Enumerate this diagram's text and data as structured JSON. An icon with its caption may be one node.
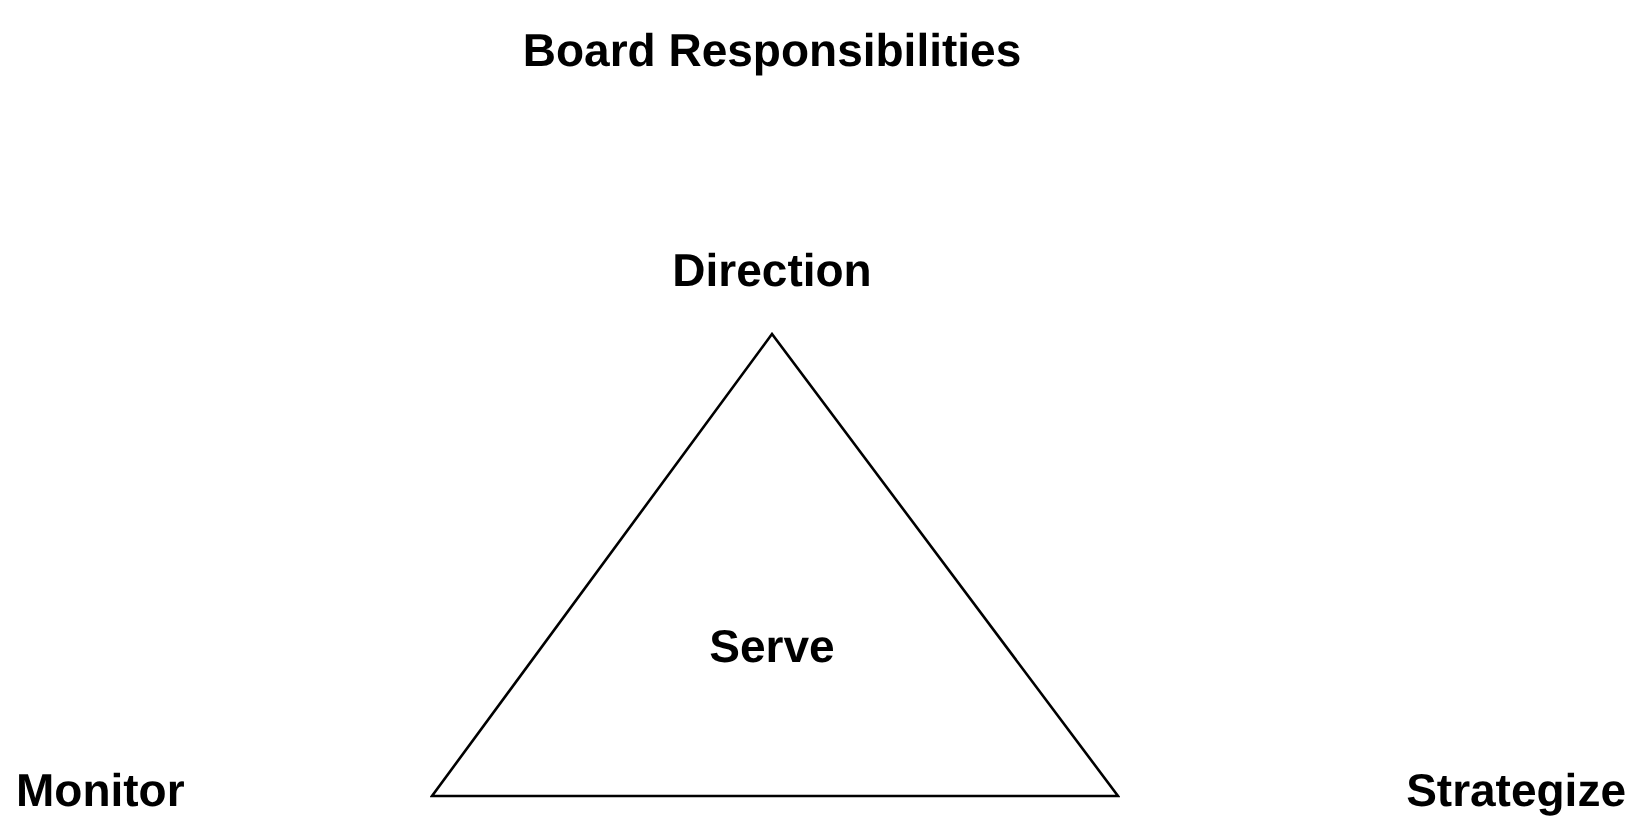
{
  "diagram": {
    "title": "Board Responsibilities",
    "nodes": [
      {
        "text": [
          "Serve"
        ]
      }
    ],
    "labels": [
      "Direction",
      "Monitor",
      "Strategize"
    ]
  }
}
